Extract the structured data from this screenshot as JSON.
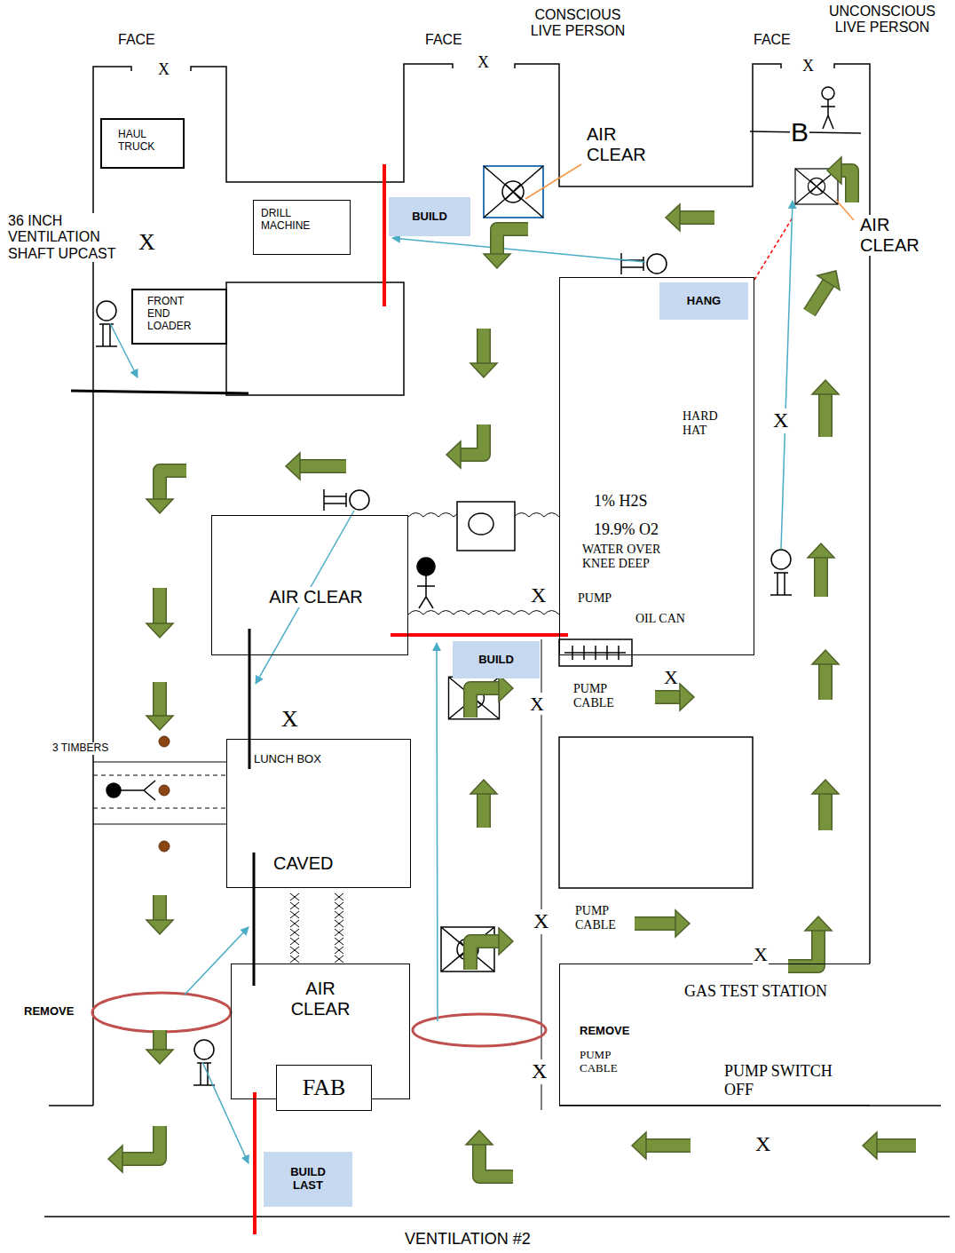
{
  "diagram": {
    "nodes": [
      {
        "text": [
          "HAUL TRUCK"
        ]
      },
      {
        "text": [
          "BUILD"
        ]
      },
      {
        "text": [
          "HANG"
        ]
      },
      {
        "text": [
          "DRILL MACHINE"
        ]
      },
      {
        "text": [
          "FRONT END LOADER"
        ]
      },
      {
        "text": [
          "AIR CLEAR"
        ]
      },
      {
        "text": [
          "HARD HAT",
          "1% H2S",
          "19.9% O2",
          "WATER OVER KNEE DEEP",
          "PUMP",
          "OIL CAN"
        ]
      },
      {
        "text": [
          "BUILD"
        ]
      },
      {
        "text": [
          "LUNCH BOX",
          "CAVED"
        ]
      },
      {
        "text": [
          "AIR CLEAR"
        ]
      },
      {
        "text": [
          "FAB"
        ],
        "in": 9
      },
      {
        "text": [
          "GAS TEST STATION",
          "REMOVE",
          "PUMP CABLE",
          "PUMP SWITCH OFF"
        ]
      },
      {
        "text": [
          "BUILD LAST"
        ]
      }
    ],
    "labels": [
      "FACE",
      "FACE",
      "CONSCIOUS LIVE PERSON",
      "FACE",
      "UNCONSCIOUS LIVE PERSON",
      "X",
      "X",
      "X",
      "AIR CLEAR",
      "B",
      "AIR CLEAR",
      "36 INCH VENTILATION SHAFT UPCAST",
      "X",
      "X",
      "X",
      "X",
      "X",
      "X",
      "3 TIMBERS",
      "PUMP CABLE",
      "X",
      "PUMP CABLE",
      "X",
      "REMOVE",
      "X",
      "X",
      "VENTILATION #2"
    ]
  }
}
